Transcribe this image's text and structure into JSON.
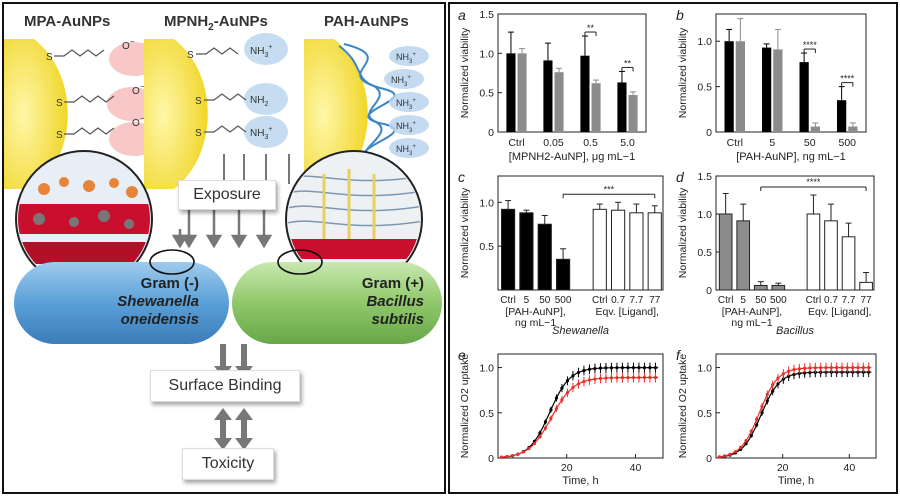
{
  "left": {
    "titles": {
      "mpa": "MPA-AuNPs",
      "mpnh2": "MPNH",
      "mpnh2_sub": "2",
      "mpnh2_suffix": "-AuNPs",
      "pah": "PAH-AuNPs"
    },
    "exposure": "Exposure",
    "surface_binding": "Surface Binding",
    "toxicity": "Toxicity",
    "gram_neg": {
      "line1": "Gram (-)",
      "line2": "Shewanella",
      "line3": "oneidensis"
    },
    "gram_pos": {
      "line1": "Gram (+)",
      "line2": "Bacillus",
      "line3": "subtilis"
    },
    "groups": {
      "coo": "O",
      "coo_minus": "−",
      "nh3": "NH",
      "nh3_sub": "3",
      "nh3_sup": "+",
      "nh2": "NH",
      "nh2_sub": "2"
    }
  },
  "colors": {
    "black_bar": "#000000",
    "gray_bar": "#8c8c8c",
    "red": "#e8302a",
    "gram_neg": "#5aa0d8",
    "gram_pos": "#8fc86a",
    "gold": "#f6e35a"
  },
  "chart_data": [
    {
      "type": "bar",
      "panel": "a",
      "ylabel": "Normalized viability",
      "xlabel": "[MPNH2-AuNP], μg mL−1",
      "categories": [
        "Ctrl",
        "0.05",
        "0.5",
        "5.0"
      ],
      "ylim": [
        0,
        1.5
      ],
      "yticks": [
        "0",
        "0.5",
        "1.0",
        "1.5"
      ],
      "series": [
        {
          "color": "#000000",
          "values": [
            1.0,
            0.91,
            0.97,
            0.63
          ],
          "errors": [
            0.27,
            0.22,
            0.25,
            0.14
          ]
        },
        {
          "color": "#8c8c8c",
          "values": [
            1.0,
            0.76,
            0.62,
            0.47
          ],
          "errors": [
            0.06,
            0.05,
            0.04,
            0.04
          ]
        }
      ],
      "significance": [
        {
          "label": "**",
          "between": [
            2,
            2
          ]
        },
        {
          "label": "**",
          "between": [
            3,
            3
          ]
        }
      ]
    },
    {
      "type": "bar",
      "panel": "b",
      "ylabel": "Normalized viability",
      "xlabel": "[PAH-AuNP], ng mL−1",
      "categories": [
        "Ctrl",
        "5",
        "50",
        "500"
      ],
      "ylim": [
        0,
        1.3
      ],
      "yticks": [
        "0",
        "0.5",
        "1.0"
      ],
      "series": [
        {
          "color": "#000000",
          "values": [
            1.0,
            0.93,
            0.77,
            0.35
          ],
          "errors": [
            0.13,
            0.04,
            0.1,
            0.15
          ]
        },
        {
          "color": "#8c8c8c",
          "values": [
            1.0,
            0.91,
            0.06,
            0.06
          ],
          "errors": [
            0.25,
            0.22,
            0.04,
            0.04
          ]
        }
      ],
      "significance": [
        {
          "label": "****",
          "between": [
            2,
            2
          ]
        },
        {
          "label": "****",
          "between": [
            3,
            3
          ]
        }
      ]
    },
    {
      "type": "bar",
      "panel": "c",
      "ylabel": "Normalized viability",
      "xlabel_left": [
        "[PAH-AuNP],",
        "ng mL−1"
      ],
      "xlabel_right": [
        "Eqv. [Ligand],",
        ""
      ],
      "categories": [
        "Ctrl",
        "5",
        "50",
        "500",
        "Ctrl",
        "0.7",
        "7.7",
        "77"
      ],
      "ylim": [
        0,
        1.3
      ],
      "yticks": [
        "0.5",
        "1.0"
      ],
      "bars": [
        {
          "fill": "#000000",
          "value": 0.92,
          "error": 0.1
        },
        {
          "fill": "#000000",
          "value": 0.88,
          "error": 0.03
        },
        {
          "fill": "#000000",
          "value": 0.75,
          "error": 0.1
        },
        {
          "fill": "#000000",
          "value": 0.35,
          "error": 0.12
        },
        {
          "fill": "#ffffff",
          "value": 0.92,
          "error": 0.06
        },
        {
          "fill": "#ffffff",
          "value": 0.91,
          "error": 0.09
        },
        {
          "fill": "#ffffff",
          "value": 0.88,
          "error": 0.1
        },
        {
          "fill": "#ffffff",
          "value": 0.88,
          "error": 0.08
        }
      ],
      "significance": [
        {
          "label": "***",
          "between": [
            3,
            7
          ]
        }
      ],
      "caption": "Shewanella"
    },
    {
      "type": "bar",
      "panel": "d",
      "ylabel": "Normalized viability",
      "xlabel_left": [
        "[PAH-AuNP],",
        "ng mL−1"
      ],
      "xlabel_right": [
        "Eqv. [Ligand],",
        ""
      ],
      "categories": [
        "Ctrl",
        "5",
        "50",
        "500",
        "Ctrl",
        "0.7",
        "7.7",
        "77"
      ],
      "ylim": [
        0,
        1.5
      ],
      "yticks": [
        "0",
        "0.5",
        "1.0",
        "1.5"
      ],
      "bars": [
        {
          "fill": "#8c8c8c",
          "value": 1.0,
          "error": 0.27
        },
        {
          "fill": "#8c8c8c",
          "value": 0.91,
          "error": 0.22
        },
        {
          "fill": "#8c8c8c",
          "value": 0.06,
          "error": 0.05
        },
        {
          "fill": "#8c8c8c",
          "value": 0.06,
          "error": 0.03
        },
        {
          "fill": "#ffffff",
          "value": 1.0,
          "error": 0.25
        },
        {
          "fill": "#ffffff",
          "value": 0.91,
          "error": 0.22
        },
        {
          "fill": "#ffffff",
          "value": 0.7,
          "error": 0.18
        },
        {
          "fill": "#ffffff",
          "value": 0.1,
          "error": 0.13
        }
      ],
      "significance": [
        {
          "label": "****",
          "between": [
            2,
            7
          ]
        }
      ],
      "caption": "Bacillus"
    },
    {
      "type": "line",
      "panel": "e",
      "ylabel": "Normalized O2 uptake",
      "xlabel": "Time, h",
      "xlim": [
        0,
        48
      ],
      "ylim": [
        0,
        1.15
      ],
      "xticks": [
        "20",
        "40"
      ],
      "yticks": [
        "0",
        "0.5",
        "1.0"
      ],
      "series": [
        {
          "color": "#000000",
          "midpoint": 15,
          "steep": 0.34,
          "plateau": 1.0
        },
        {
          "color": "#e8302a",
          "midpoint": 15.5,
          "steep": 0.31,
          "plateau": 0.89
        }
      ]
    },
    {
      "type": "line",
      "panel": "f",
      "ylabel": "Normalized O2 uptake",
      "xlabel": "Time, h",
      "xlim": [
        0,
        48
      ],
      "ylim": [
        0,
        1.15
      ],
      "xticks": [
        "20",
        "40"
      ],
      "yticks": [
        "0",
        "0.5",
        "1.0"
      ],
      "series": [
        {
          "color": "#000000",
          "midpoint": 13.5,
          "steep": 0.36,
          "plateau": 0.95
        },
        {
          "color": "#e8302a",
          "midpoint": 13.0,
          "steep": 0.36,
          "plateau": 1.0
        }
      ]
    }
  ]
}
